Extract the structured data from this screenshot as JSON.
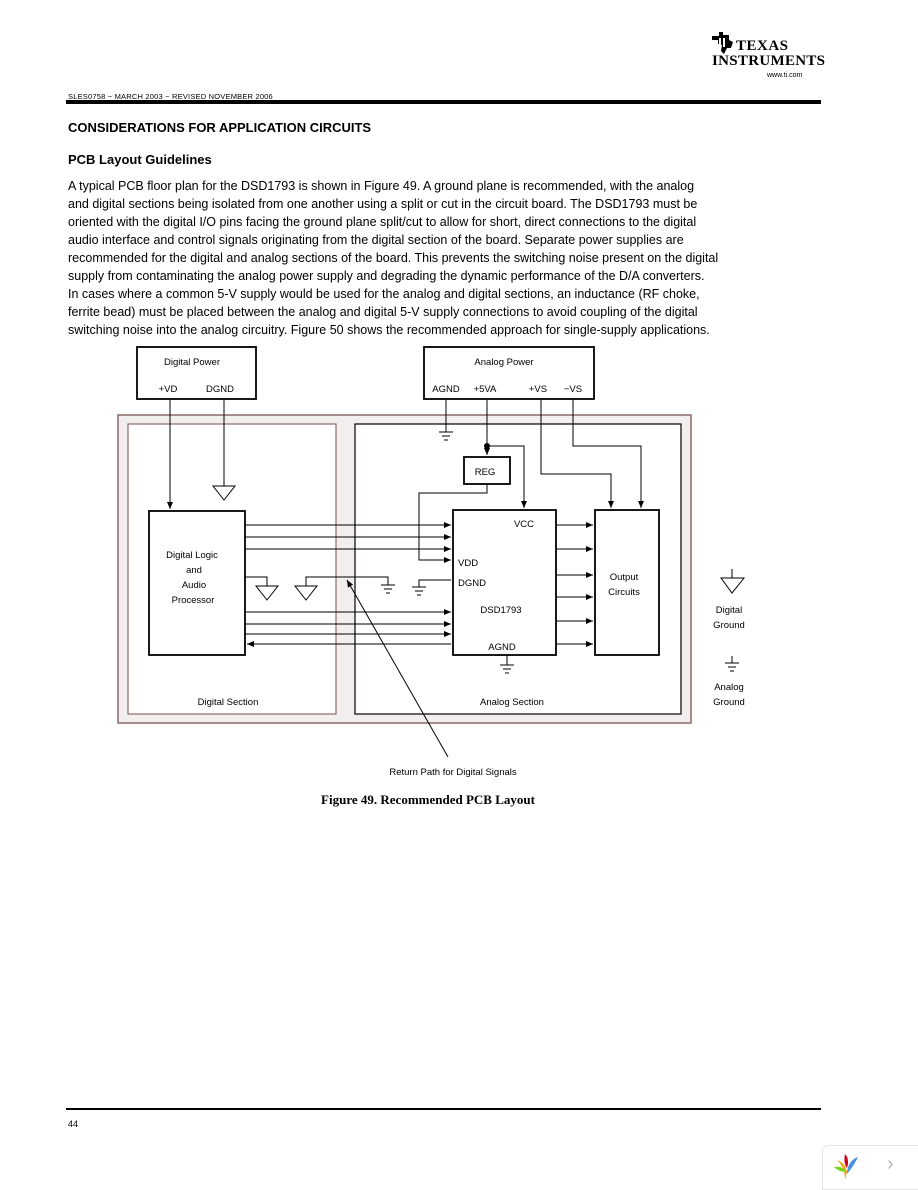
{
  "header": {
    "logo_line1": "TEXAS",
    "logo_line2": "INSTRUMENTS",
    "logo_url": "www.ti.com",
    "doc_id": "SLES0758 − MARCH 2003 − REVISED NOVEMBER 2006"
  },
  "section_heading": "CONSIDERATIONS FOR APPLICATION CIRCUITS",
  "sub_heading": "PCB Layout Guidelines",
  "body_lines": [
    "A typical PCB floor plan for the DSD1793 is shown in Figure 49. A ground plane is recommended, with the analog",
    "and digital sections being isolated from one another using a split or cut in the circuit board. The DSD1793 must be",
    "oriented with the digital I/O pins facing the ground plane split/cut to allow for short, direct connections to the digital",
    "audio interface and control signals originating from the digital section of the board. Separate power supplies are",
    "recommended for the digital and analog sections of the board. This prevents the switching noise present on the digital",
    "supply from contaminating the analog power supply and degrading the dynamic performance of the D/A converters.",
    "In cases where a common 5-V supply would be used for the analog and digital sections, an inductance (RF choke,",
    "ferrite bead) must be placed between the analog and digital 5-V supply connections to avoid coupling of the digital",
    "switching noise into the analog circuitry. Figure 50 shows the recommended approach for single-supply applications."
  ],
  "diagram": {
    "digital_power": {
      "title": "Digital Power",
      "pin_vd": "+VD",
      "pin_dgnd": "DGND"
    },
    "analog_power": {
      "title": "Analog Power",
      "pin_agnd": "AGND",
      "pin_5va": "+5VA",
      "pin_vs_plus": "+VS",
      "pin_vs_minus": "−VS"
    },
    "reg": "REG",
    "digital_logic": [
      "Digital Logic",
      "and",
      "Audio",
      "Processor"
    ],
    "chip": {
      "vcc": "VCC",
      "vdd": "VDD",
      "dgnd": "DGND",
      "name": "DSD1793",
      "agnd": "AGND"
    },
    "output": [
      "Output",
      "Circuits"
    ],
    "digital_section": "Digital Section",
    "analog_section": "Analog Section",
    "legend_digital": [
      "Digital",
      "Ground"
    ],
    "legend_analog": [
      "Analog",
      "Ground"
    ],
    "return_path": "Return Path for Digital Signals",
    "colors": {
      "board_fill": "#f3eeee",
      "board_border": "#8a6a6a"
    }
  },
  "figure_caption": "Figure 49. Recommended PCB Layout",
  "page_number": "44"
}
